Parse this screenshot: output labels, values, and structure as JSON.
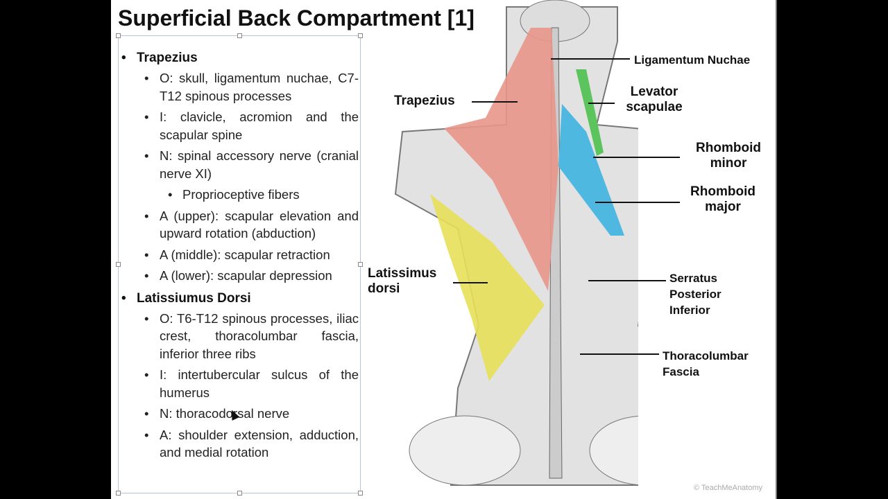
{
  "slide": {
    "title": "Superficial Back Compartment [1]",
    "sections": [
      {
        "heading": "Trapezius",
        "items": [
          "O: skull, ligamentum nuchae, C7-T12 spinous processes",
          "I: clavicle, acromion and the scapular spine",
          "N: spinal accessory nerve (cranial nerve XI)",
          "A (upper): scapular elevation and upward rotation (abduction)",
          "A (middle): scapular retraction",
          "A (lower): scapular depression"
        ],
        "subitem": "Proprioceptive fibers"
      },
      {
        "heading": "Latissiumus Dorsi",
        "items": [
          "O: T6-T12 spinous processes, iliac crest, thoracolumbar fascia,  inferior three ribs",
          "I: intertubercular sulcus of the humerus",
          "N: thoracodorsal nerve",
          "A: shoulder extension, adduction, and medial rotation"
        ]
      }
    ],
    "figure_labels": {
      "ligamentum_nuchae": "Ligamentum Nuchae",
      "trapezius": "Trapezius",
      "levator_scapulae": "Levator scapulae",
      "rhomboid_minor": "Rhomboid minor",
      "rhomboid_major": "Rhomboid major",
      "latissimus_dorsi": "Latissimus dorsi",
      "serratus_posterior_inferior": "Serratus Posterior Inferior",
      "thoracolumbar_fascia": "Thoracolumbar Fascia"
    },
    "watermark": "TeachMeAnatomy",
    "colors": {
      "trapezius": "#e8968a",
      "levator": "#5cc45c",
      "rhomboids": "#4fb8e0",
      "latissimus": "#e8e05a"
    }
  }
}
